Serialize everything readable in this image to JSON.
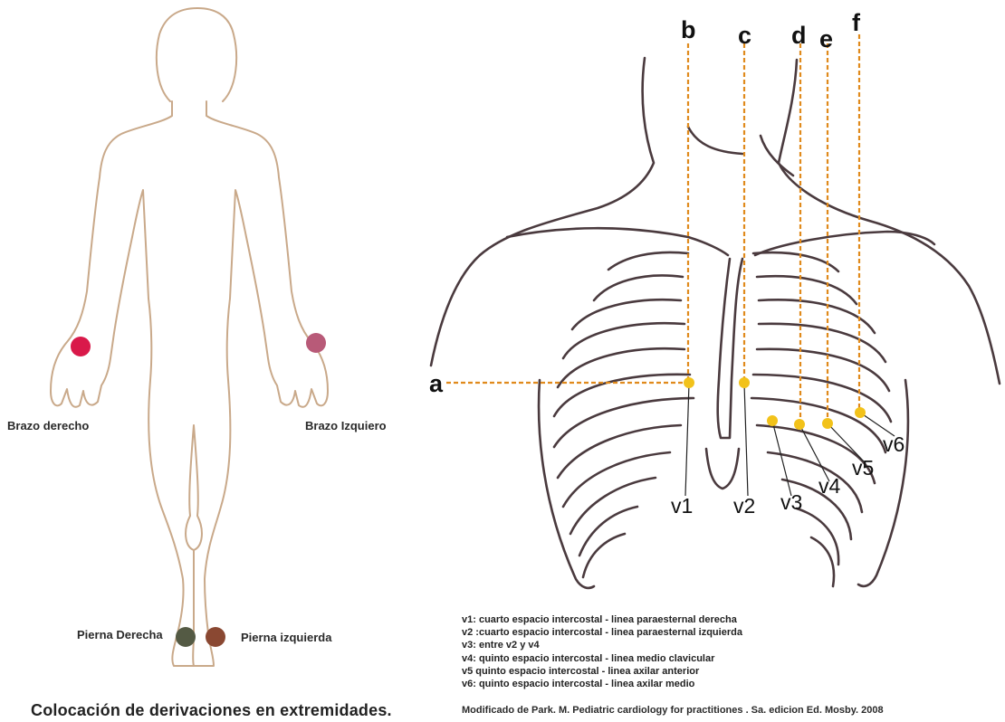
{
  "limbs": {
    "right_arm": "Brazo derecho",
    "left_arm": "Brazo Izquiero",
    "right_leg": "Pierna Derecha",
    "left_leg": "Pierna izquierda"
  },
  "limb_caption": "Colocación de derivaciones en extremidades.",
  "chest_lines": {
    "a": "a",
    "b": "b",
    "c": "c",
    "d": "d",
    "e": "e",
    "f": "f"
  },
  "electrodes": {
    "v1": "v1",
    "v2": "v2",
    "v3": "v3",
    "v4": "v4",
    "v5": "v5",
    "v6": "v6"
  },
  "legend": [
    "v1: cuarto espacio intercostal - linea paraesternal derecha",
    "v2 :cuarto espacio intercostal - linea paraesternal izquierda",
    "v3: entre v2 y v4",
    "v4: quinto espacio intercostal - linea medio clavicular",
    "v5 quinto espacio intercostal - linea axilar anterior",
    "v6: quinto espacio intercostal - linea axilar medio"
  ],
  "credit": "Modificado de Park. M. Pediatric cardiology for practitiones . Sa. edicion Ed. Mosby. 2008",
  "colors": {
    "body_outline": "#c9a98a",
    "chest_outline": "#4a3a3e",
    "guide_line": "#e08a1c",
    "electrode_dot": "#f2c21a",
    "right_arm_dot": "#d9194a",
    "left_arm_dot": "#b85a78",
    "right_leg_dot": "#545a44",
    "left_leg_dot": "#8a4832"
  }
}
